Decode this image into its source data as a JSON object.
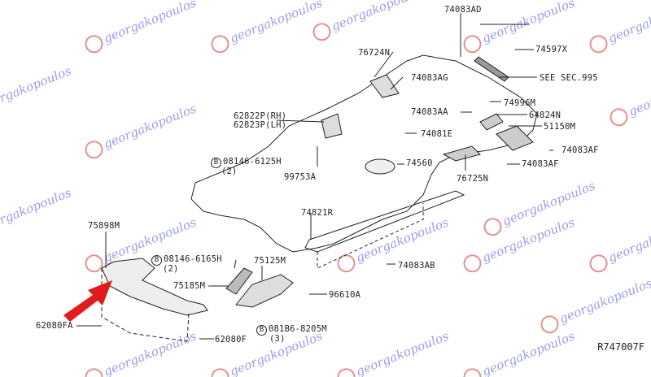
{
  "watermark": "georgakopoulos",
  "diagram_code": "R747007F",
  "colors": {
    "arrow": "#e11b1b",
    "lines": "#222222",
    "watermark": "#7b7be6"
  },
  "labels": {
    "l74083AD": "74083AD",
    "l74597X": "74597X",
    "l76724N": "76724N",
    "l74083AG": "74083AG",
    "see_sec": "SEE SEC.995",
    "l74996M": "74996M",
    "l74083AA": "74083AA",
    "l64824N": "64824N",
    "l62822P": "62822P(RH)",
    "l62823P": "62823P(LH)",
    "l51150M": "51150M",
    "l74081E": "74081E",
    "b1": "B",
    "l08146_6125H": "08146-6125H",
    "q2a": "(2)",
    "l74083AF_a": "74083AF",
    "l74560": "74560",
    "l74083AF_b": "74083AF",
    "l99753A": "99753A",
    "l76725N": "76725N",
    "l74821R": "74821R",
    "l75898M": "75898M",
    "b2": "B",
    "l08146_6165H": "08146-6165H",
    "q2b": "(2)",
    "l75125M": "75125M",
    "l74083AB": "74083AB",
    "l75185M": "75185M",
    "l96610A": "96610A",
    "l62080FA": "62080FA",
    "b3": "B",
    "l081B6_8205M": "081B6-8205M",
    "q3": "(3)",
    "l62080F": "62080F"
  }
}
